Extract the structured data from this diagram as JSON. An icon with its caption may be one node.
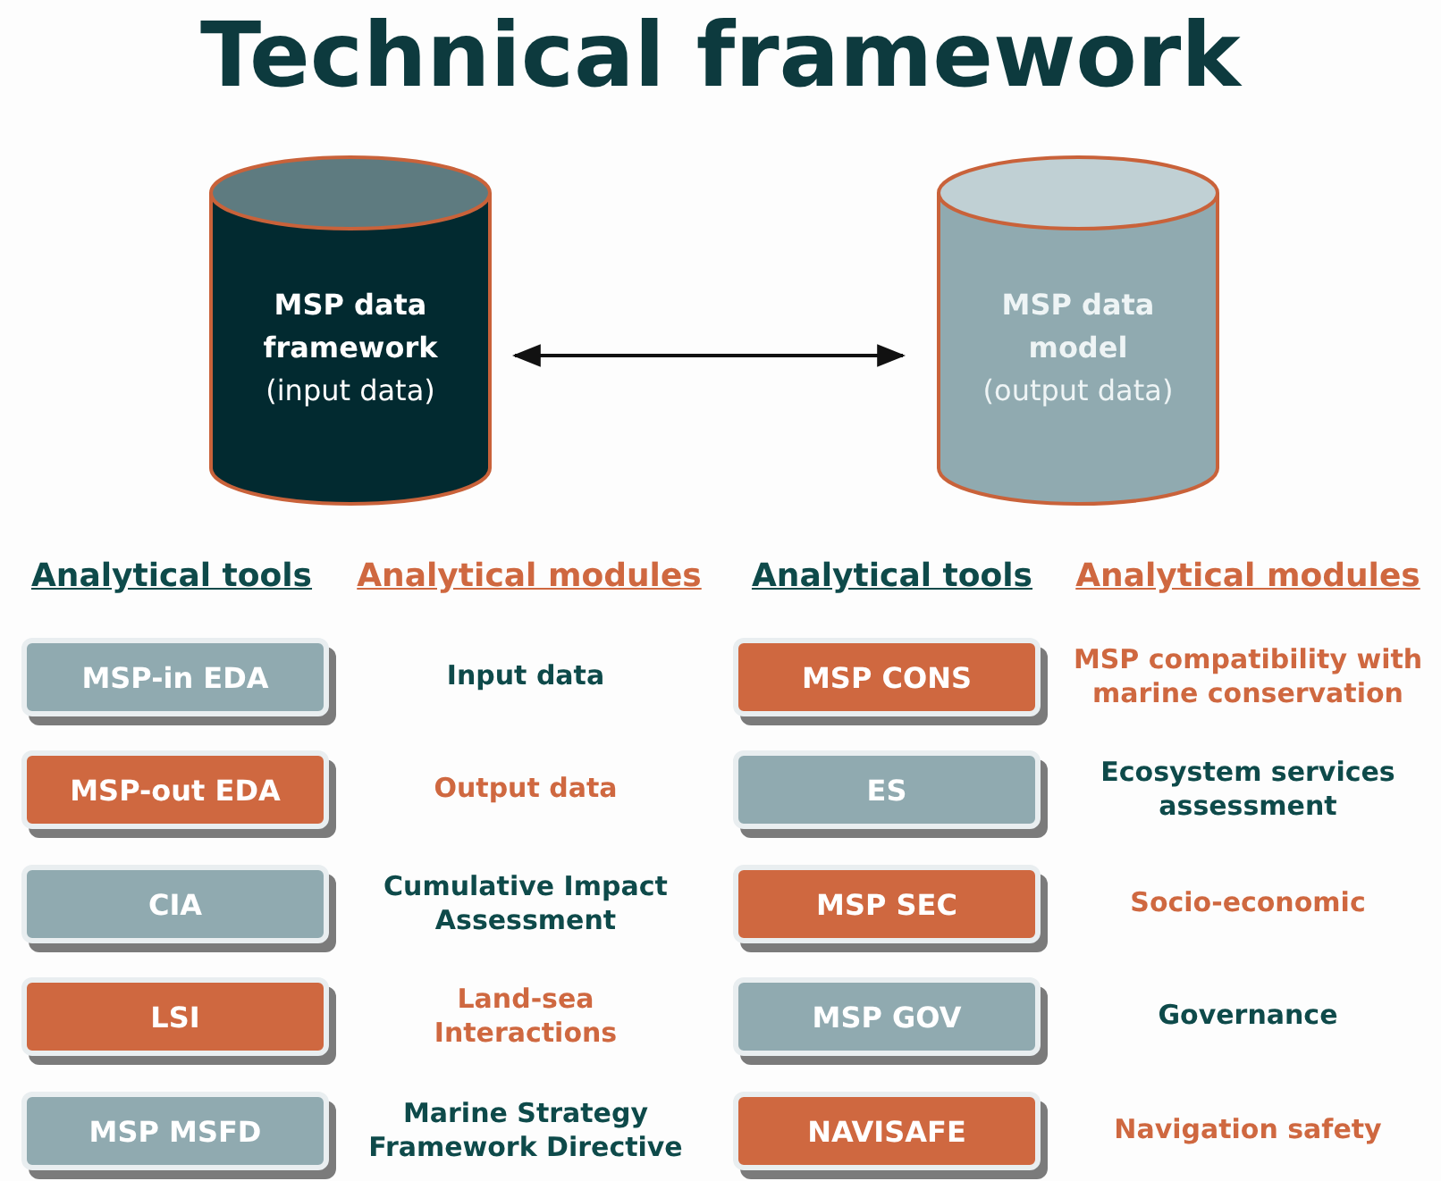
{
  "diagram": {
    "title": "Technical framework",
    "nodes": [
      {
        "text": [
          "MSP data framework",
          "(input data)"
        ]
      },
      {
        "text": [
          "MSP data model",
          "(output data)"
        ]
      },
      {
        "text": [
          "MSP-in EDA"
        ]
      },
      {
        "text": [
          "MSP CONS"
        ]
      },
      {
        "text": [
          "MSP-out EDA"
        ]
      },
      {
        "text": [
          "ES"
        ]
      },
      {
        "text": [
          "CIA"
        ]
      },
      {
        "text": [
          "MSP SEC"
        ]
      },
      {
        "text": [
          "LSI"
        ]
      },
      {
        "text": [
          "MSP GOV"
        ]
      },
      {
        "text": [
          "MSP MSFD"
        ]
      },
      {
        "text": [
          "NAVISAFE"
        ]
      }
    ],
    "edges": [
      {
        "from": 0,
        "to": 1,
        "arrow": "both"
      }
    ],
    "labels": [
      "Analytical tools",
      "Analytical modules",
      "Analytical tools",
      "Analytical modules",
      "Input data",
      "MSP compatibility with marine conservation",
      "Output data",
      "Ecosystem services assessment",
      "Cumulative Impact Assessment",
      "Socio-economic",
      "Land-sea Interactions",
      "Governance",
      "Marine Strategy Framework Directive",
      "Navigation safety"
    ]
  }
}
